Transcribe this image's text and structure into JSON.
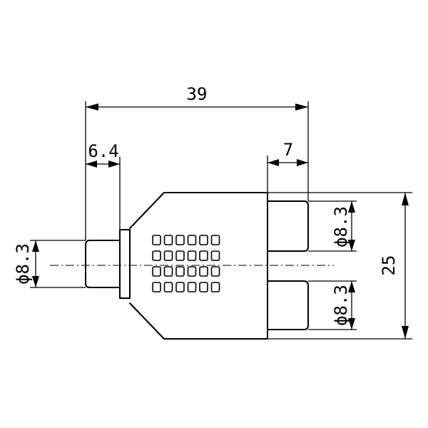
{
  "dimensions": {
    "overall_length": "39",
    "left_plug_length": "6.4",
    "right_plug_length": "7",
    "total_height": "25",
    "left_diameter": "ϕ8.3",
    "right_top_diameter": "ϕ8.3",
    "right_bottom_diameter": "ϕ8.3"
  }
}
